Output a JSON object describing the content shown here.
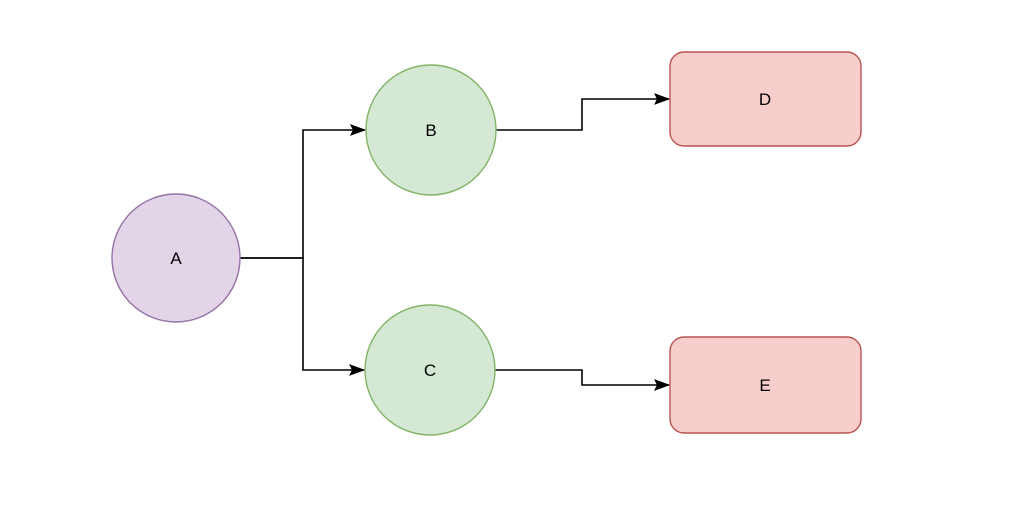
{
  "diagram": {
    "type": "flowchart",
    "background_color": "#ffffff",
    "edge_color": "#000000",
    "label_color": "#000000",
    "nodes": [
      {
        "id": "A",
        "label": "A",
        "shape": "circle",
        "fill": "#e1d5e7",
        "stroke": "#9673a6"
      },
      {
        "id": "B",
        "label": "B",
        "shape": "circle",
        "fill": "#d5e8d4",
        "stroke": "#82b366"
      },
      {
        "id": "C",
        "label": "C",
        "shape": "circle",
        "fill": "#d5e8d4",
        "stroke": "#82b366"
      },
      {
        "id": "D",
        "label": "D",
        "shape": "rounded-rectangle",
        "fill": "#f8cecc",
        "stroke": "#b85450"
      },
      {
        "id": "E",
        "label": "E",
        "shape": "rounded-rectangle",
        "fill": "#f8cecc",
        "stroke": "#b85450"
      }
    ],
    "edges": [
      {
        "from": "A",
        "to": "B",
        "style": "orthogonal",
        "arrow": "end"
      },
      {
        "from": "A",
        "to": "C",
        "style": "orthogonal",
        "arrow": "end"
      },
      {
        "from": "B",
        "to": "D",
        "style": "orthogonal",
        "arrow": "end"
      },
      {
        "from": "C",
        "to": "E",
        "style": "orthogonal",
        "arrow": "end"
      }
    ]
  }
}
